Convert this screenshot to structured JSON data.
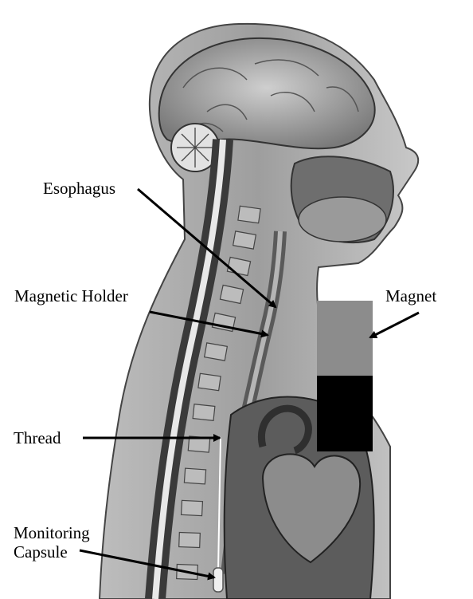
{
  "labels": {
    "esophagus": "Esophagus",
    "magnetic_holder": "Magnetic Holder",
    "magnet": "Magnet",
    "thread": "Thread",
    "monitoring_capsule": "Monitoring\nCapsule"
  },
  "colors": {
    "background": "#ffffff",
    "magnet_block": "#8c8c8c",
    "shadow_block": "#000000",
    "tissue_light": "#d8d8d8",
    "tissue_mid": "#9a9a9a",
    "tissue_dark": "#3a3a3a"
  }
}
